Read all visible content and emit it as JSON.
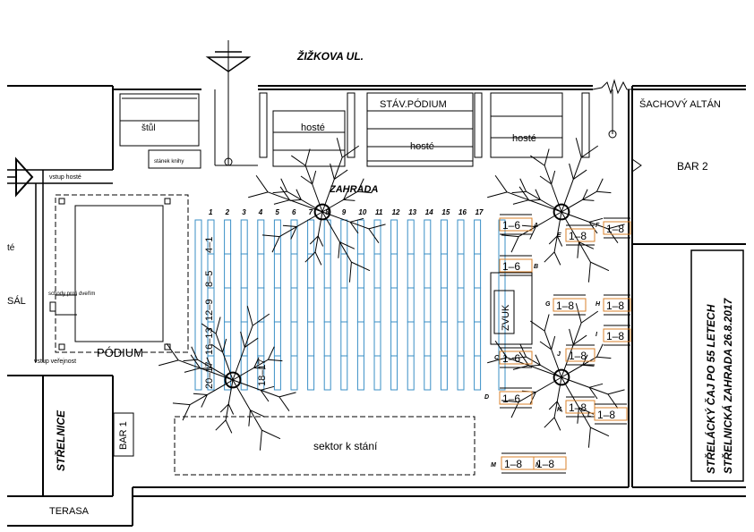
{
  "street": "ŽIŽKOVA UL.",
  "labels": {
    "stul": "štůl",
    "stanek_knihy": "stánek knihy",
    "hoste_1": "hosté",
    "hoste_2": "hosté",
    "hoste_3": "hosté",
    "stav_podium": "STÁV.PÓDIUM",
    "sachovy_altan": "ŠACHOVÝ ALTÁN",
    "bar_2": "BAR 2",
    "vstup_hoste": "vstup hosté",
    "zahrada": "ZAHRADA",
    "te": "té",
    "sal": "SÁL",
    "schody": "schody proti dveřím",
    "podium": "PÓDIUM",
    "vstup_verejnost": "vstup veřejnost",
    "strelnice": "STŘELNICE",
    "bar_1": "BAR 1",
    "terasa": "TERASA",
    "sektor": "sektor k stání",
    "zvuk": "ZVUK"
  },
  "title_block": {
    "line1": "STŘELÁCKÝ ČAJ PO 55 LETECH",
    "line2": "STŘELNICKÁ ZAHRADA 26.8.2017"
  },
  "table_numbers": [
    "1",
    "2",
    "3",
    "4",
    "5",
    "6",
    "7",
    "8",
    "9",
    "10",
    "11",
    "12",
    "13",
    "14",
    "15",
    "16",
    "17"
  ],
  "row_ranges": [
    "4–1",
    "8–5",
    "12–9",
    "16–13",
    "20–17"
  ],
  "row_range_short": "18–17",
  "group_labels": {
    "A": {
      "letter": "A",
      "range": "1–6"
    },
    "B": {
      "letter": "B",
      "range": "1–6"
    },
    "C": {
      "letter": "C",
      "range": "1–6"
    },
    "D": {
      "letter": "D",
      "range": "1–6"
    },
    "E": {
      "letter": "E",
      "range": "1–8"
    },
    "F": {
      "letter": "F",
      "range": "1–8"
    },
    "G": {
      "letter": "G",
      "range": "1–8"
    },
    "H": {
      "letter": "H",
      "range": "1–8"
    },
    "I": {
      "letter": "I",
      "range": "1–8"
    },
    "J": {
      "letter": "J",
      "range": "1–8"
    },
    "K": {
      "letter": "K",
      "range": "1–8"
    },
    "L": {
      "letter": "L",
      "range": "1–8"
    },
    "M": {
      "letter": "M",
      "range": "1–8"
    },
    "N": {
      "letter": "N",
      "range": "1–8"
    }
  },
  "colors": {
    "line": "#000000",
    "tables": "#3a8fc6",
    "groups": "#d9822b"
  }
}
